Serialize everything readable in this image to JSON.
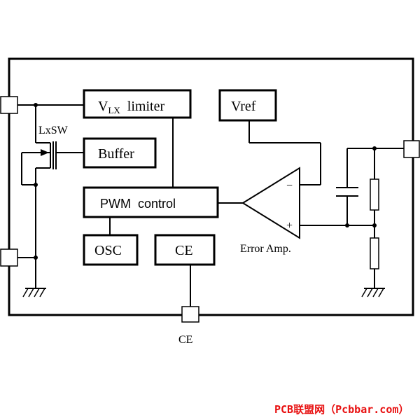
{
  "diagram": {
    "blocks": {
      "vlx_limiter": {
        "v": "V",
        "sub": "LX",
        "rest": "limiter"
      },
      "vref": "Vref",
      "buffer": "Buffer",
      "pwm_control": "PWM  control",
      "osc": "OSC",
      "ce_block": "CE"
    },
    "labels": {
      "lxsw": "LxSW",
      "error_amp": "Error Amp.",
      "minus": "−",
      "plus": "+",
      "ce_pin": "CE"
    },
    "watermark": "PCB联盟网（Pcbbar.com）"
  }
}
